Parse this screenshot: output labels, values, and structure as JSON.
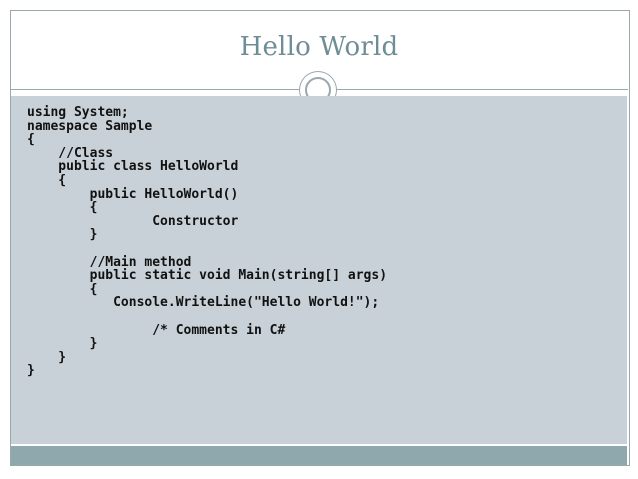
{
  "slide": {
    "title": "Hello World"
  },
  "code": {
    "lines": [
      "using System;",
      "namespace Sample",
      "{",
      "    //Class",
      "    public class HelloWorld",
      "    {",
      "        public HelloWorld()",
      "        {",
      "                Constructor",
      "        }",
      "",
      "        //Main method",
      "        public static void Main(string[] args)",
      "        {",
      "           Console.WriteLine(\"Hello World!\");",
      "",
      "                /* Comments in C#",
      "        }",
      "    }",
      "}"
    ]
  },
  "colors": {
    "title": "#6e8d96",
    "code_background": "#c7d1d7",
    "footer_band": "#8fa8ad",
    "frame": "#9aa7ad"
  }
}
